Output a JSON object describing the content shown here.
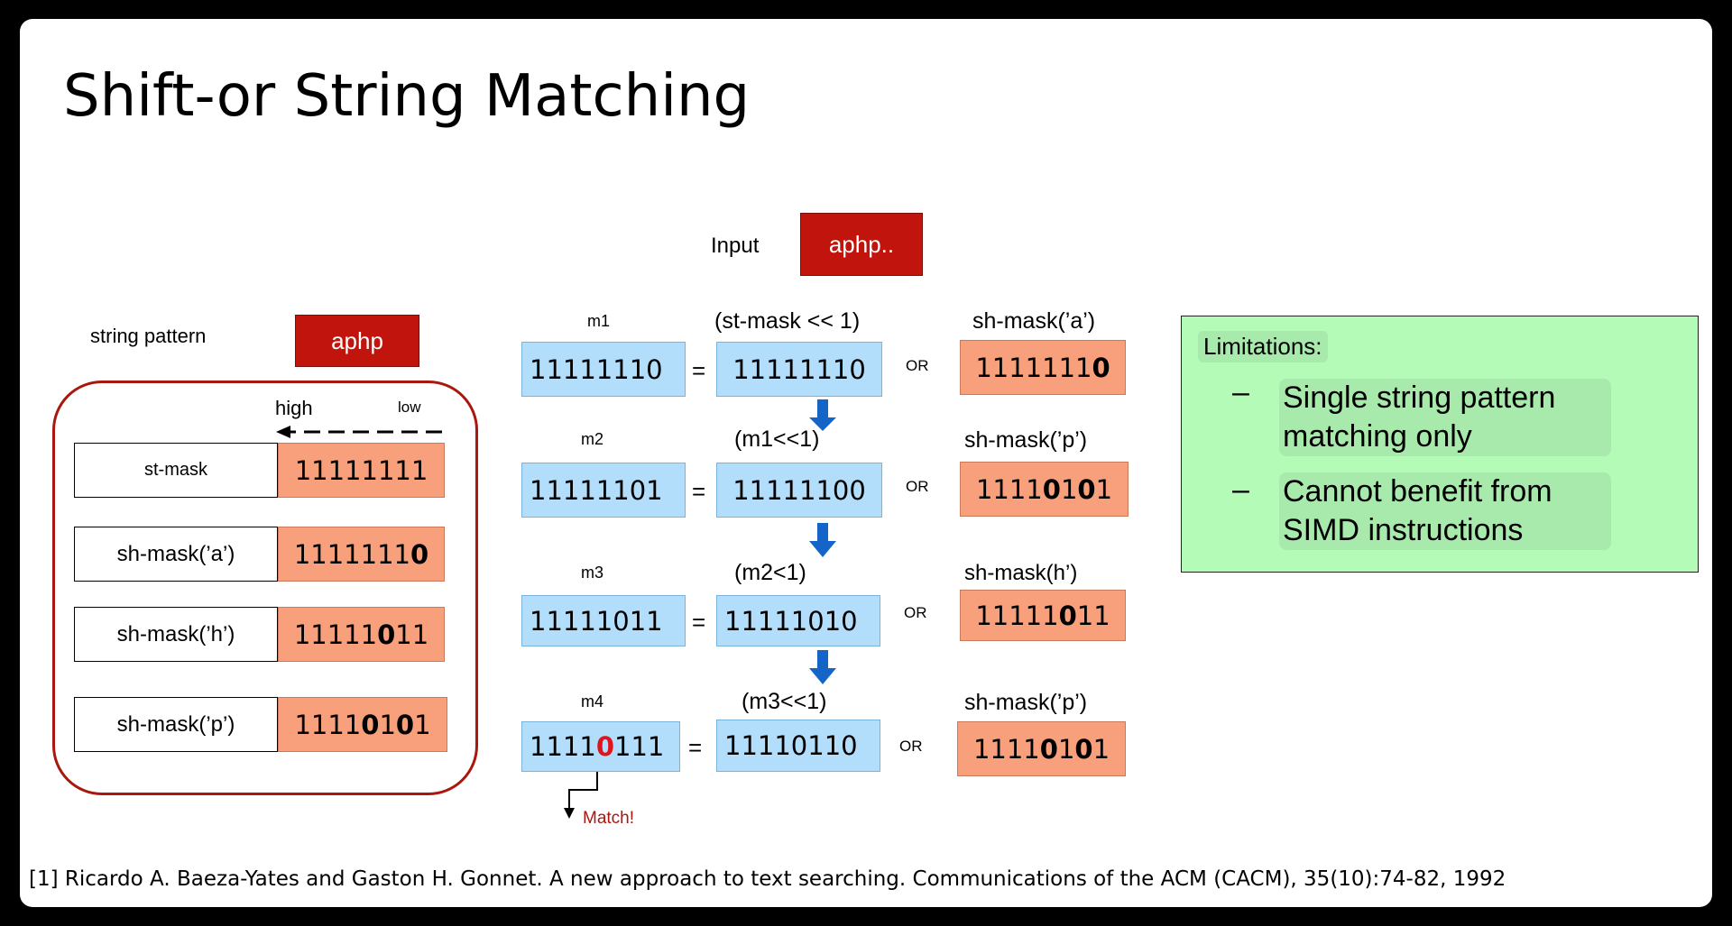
{
  "title": "Shift-or String Matching",
  "input": {
    "label": "Input",
    "value": "aphp.."
  },
  "pattern": {
    "label": "string pattern",
    "value": "aphp"
  },
  "group": {
    "high": "high",
    "low": "low",
    "rows": [
      {
        "name": "st-mask",
        "value": "11111111"
      },
      {
        "name": "sh-mask(’a’)",
        "value": "1111111",
        "tail": "0"
      },
      {
        "name": "sh-mask(’h’)",
        "pre": "11111",
        "bold": "0",
        "post": "11"
      },
      {
        "name": "sh-mask(’p’)",
        "pre": "1111",
        "bold": "0",
        "mid": "1",
        "bold2": "0",
        "post": "1"
      }
    ]
  },
  "steps": [
    {
      "mname": "m1",
      "mvalue": "11111110",
      "op": "(st-mask << 1)",
      "opvalue": "11111110",
      "rlabel": "sh-mask(’a’)",
      "r": [
        "1111111",
        "0",
        "",
        "",
        ""
      ]
    },
    {
      "mname": "m2",
      "mvalue": "11111101",
      "op": "(m1<<1)",
      "opvalue": "11111100",
      "rlabel": "sh-mask(’p’)",
      "r": [
        "1111",
        "0",
        "1",
        "0",
        "1"
      ]
    },
    {
      "mname": "m3",
      "mvalue": "11111011",
      "op": "(m2<1)",
      "opvalue": "11111010",
      "rlabel": "sh-mask(h’)",
      "r": [
        "11111",
        "0",
        "11",
        "",
        ""
      ]
    },
    {
      "mname": "m4",
      "mpre": "1111",
      "mred": "0",
      "mpost": "111",
      "op": "(m3<<1)",
      "opvalue": "11110110",
      "rlabel": "sh-mask(’p’)",
      "r": [
        "1111",
        "0",
        "1",
        "0",
        "1"
      ]
    }
  ],
  "eq": "=",
  "or": "OR",
  "match": "Match!",
  "limitations": {
    "title": "Limitations:",
    "dash": "–",
    "items": [
      "Single string pattern matching only",
      "Cannot benefit from SIMD instructions"
    ]
  },
  "citation": "[1] Ricardo A. Baeza-Yates and Gaston H. Gonnet. A new approach to text searching. Communications of the ACM (CACM), 35(10):74-82, 1992",
  "colors": {
    "red": "#c0140c",
    "blue": "#b3defb",
    "salmon": "#f8a07c",
    "green": "#b5fbb8",
    "arrow": "#1565c8"
  }
}
